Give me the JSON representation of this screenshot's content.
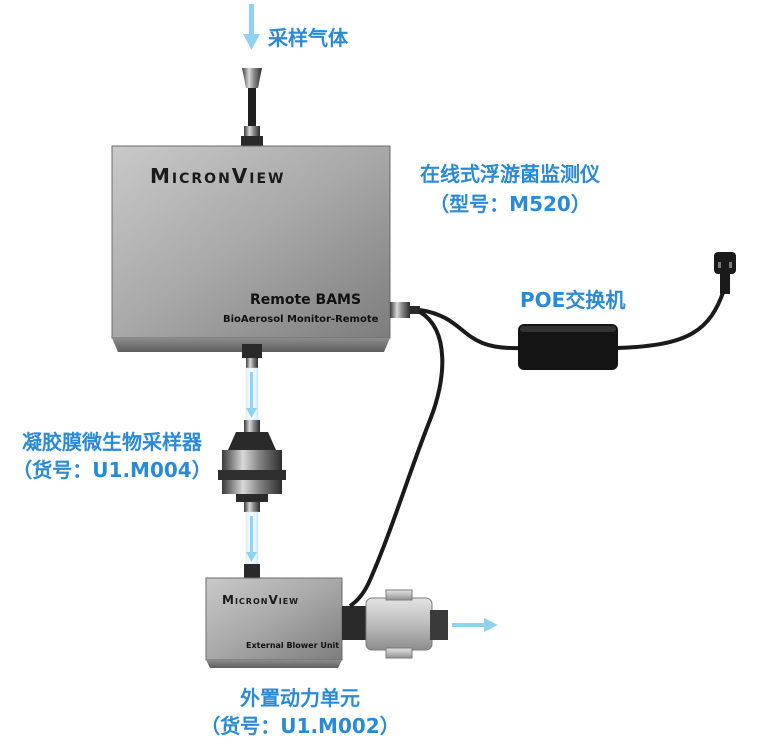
{
  "labels": {
    "sample_gas": "采样气体",
    "monitor_name": "在线式浮游菌监测仪",
    "monitor_model": "（型号：M520）",
    "poe_switch": "POE交换机",
    "sampler_name": "凝胶膜微生物采样器",
    "sampler_model": "（货号：U1.M004）",
    "blower_name": "外置动力单元",
    "blower_model": "（货号：U1.M002）"
  },
  "devices": {
    "monitor": {
      "brand": "MicronView",
      "product": "Remote BAMS",
      "subtitle": "BioAerosol Monitor-Remote"
    },
    "blower": {
      "brand": "MicronView",
      "product": "External Blower Unit"
    }
  },
  "colors": {
    "label_blue": "#2b8ad6",
    "flow_arrow": "#8fd3f0",
    "device_body": "#a7a7a7",
    "cable": "#1a1a1a"
  }
}
